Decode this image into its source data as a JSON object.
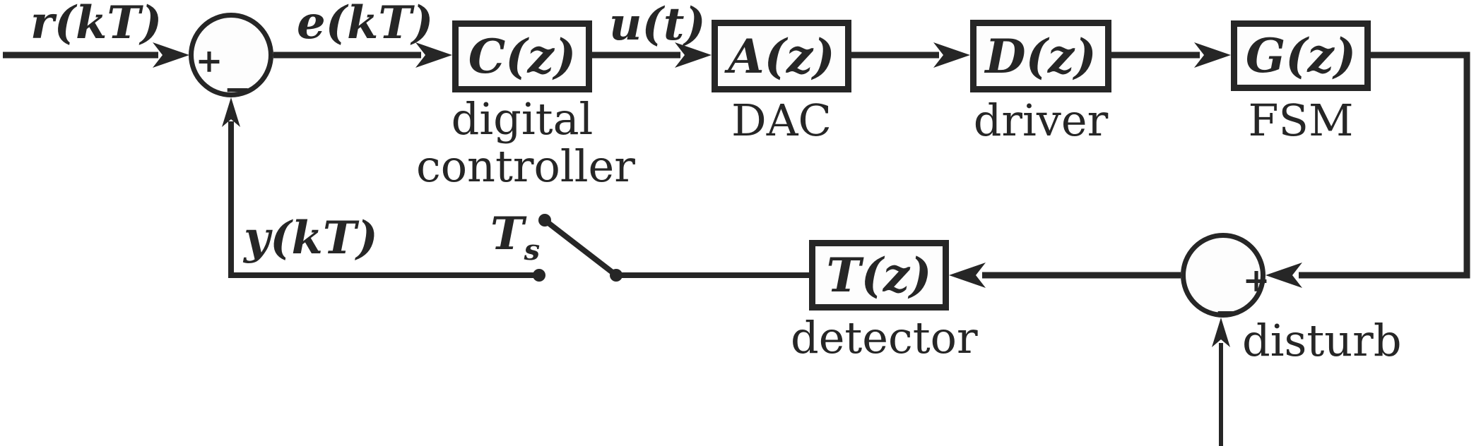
{
  "diagram_type": "control-loop-block-diagram",
  "colors": {
    "ink": "#262626",
    "background": "#ffffff"
  },
  "signals": {
    "reference": "r(kT)",
    "error": "e(kT)",
    "control": "u(t)",
    "feedback": "y(kT)",
    "disturbance": "disturb",
    "sample_time": "T",
    "sample_time_sub": "s"
  },
  "blocks": {
    "controller": {
      "symbol": "C(z)",
      "caption_line1": "digital",
      "caption_line2": "controller"
    },
    "dac": {
      "symbol": "A(z)",
      "caption": "DAC"
    },
    "driver": {
      "symbol": "D(z)",
      "caption": "driver"
    },
    "fsm": {
      "symbol": "G(z)",
      "caption": "FSM"
    },
    "detector": {
      "symbol": "T(z)",
      "caption": "detector"
    }
  },
  "junctions": {
    "input_sum": {
      "plus": "+",
      "minus": "−"
    },
    "disturbance_sum": {
      "plus": "+",
      "minus": "−"
    }
  }
}
